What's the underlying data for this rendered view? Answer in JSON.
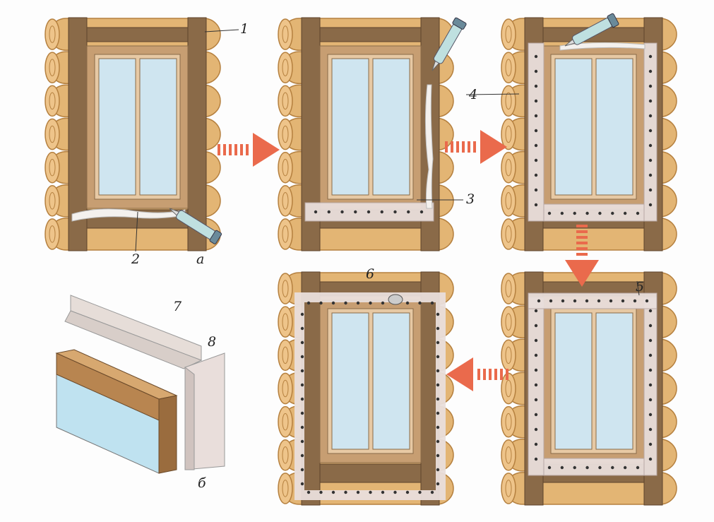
{
  "labels": {
    "casing": "1",
    "sealant_bottom": "2",
    "step_a": "а",
    "sill_tape": "3",
    "side_tape": "4",
    "top_tape": "5",
    "outer_tape": "6",
    "flashing": "7",
    "corner_tape": "8",
    "step_b": "б"
  },
  "colors": {
    "log": "#e3b574",
    "log_dark": "#b5803f",
    "post": "#8a6a48",
    "frame": "#c79e72",
    "glass": "#cfe5f0",
    "tape": "#e9dedb",
    "arrow": "#ea6a4c"
  }
}
